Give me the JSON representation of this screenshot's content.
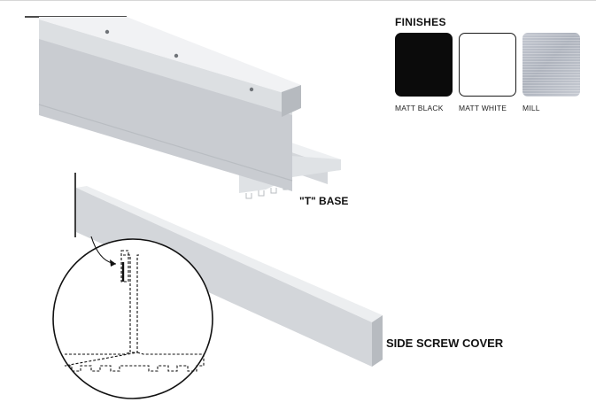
{
  "finishes": {
    "title": "FINISHES",
    "swatches": [
      {
        "name": "MATT BLACK",
        "color": "#0b0b0b"
      },
      {
        "name": "MATT WHITE",
        "color": "#ffffff"
      },
      {
        "name": "MILL",
        "color": "#b7bbc4"
      }
    ]
  },
  "products": {
    "t_base_label": "\"T\" BASE",
    "side_cover_label": "SIDE SCREW COVER"
  },
  "colors": {
    "aluminium_light": "#e4e6e9",
    "aluminium_mid": "#cdd0d4",
    "aluminium_dark": "#a9adb2",
    "outline": "#111111"
  }
}
